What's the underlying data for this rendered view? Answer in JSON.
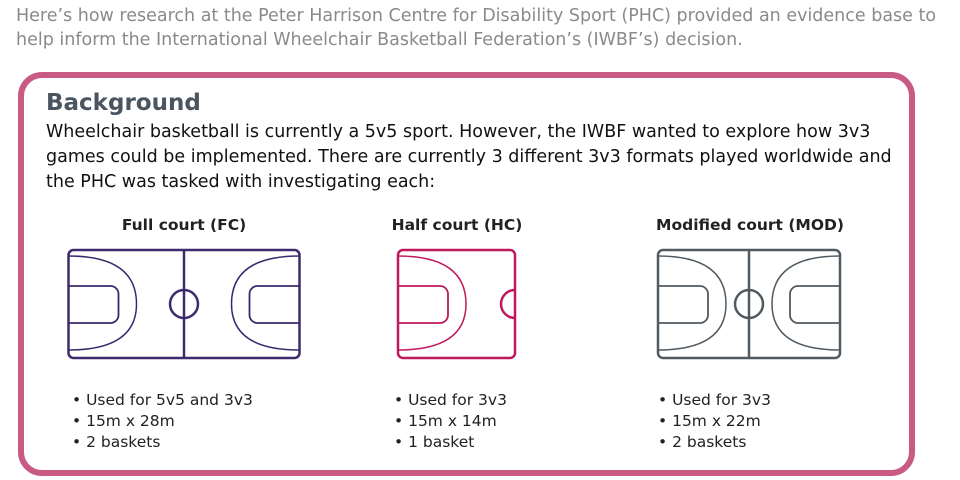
{
  "intro": "Here’s how research at the Peter Harrison Centre for Disability Sport (PHC) provided an evidence base to help inform the International Wheelchair Basketball Federation’s (IWBF’s) decision.",
  "background": {
    "heading": "Background",
    "text": "Wheelchair basketball is currently a 5v5 sport. However, the IWBF wanted to explore how 3v3 games could be implemented. There are currently 3 different 3v3 formats played worldwide and the PHC was tasked with investigating each:"
  },
  "courts": [
    {
      "title": "Full court (FC)",
      "color": "#3b2a6e",
      "bullets": [
        "Used for 5v5 and 3v3",
        "15m x 28m",
        "2 baskets"
      ]
    },
    {
      "title": "Half court (HC)",
      "color": "#c0185f",
      "bullets": [
        "Used for 3v3",
        "15m x 14m",
        "1 basket"
      ]
    },
    {
      "title": "Modified court (MOD)",
      "color": "#505a60",
      "bullets": [
        "Used for 3v3",
        "15m x 22m",
        "2 baskets"
      ]
    }
  ]
}
